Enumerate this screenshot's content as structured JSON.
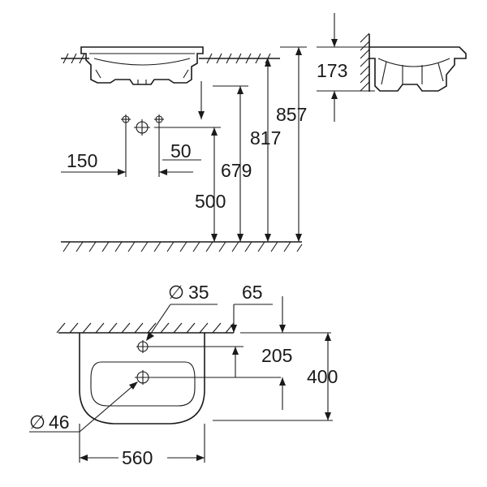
{
  "side_view": {
    "dims": {
      "d150": "150",
      "d50": "50",
      "d679": "679",
      "d500": "500",
      "d817": "817",
      "d857": "857",
      "d173": "173"
    }
  },
  "top_view": {
    "dims": {
      "d35": "35",
      "d65": "65",
      "d205": "205",
      "d400": "400",
      "d46": "46",
      "d560": "560"
    },
    "diameter_symbol": "∅"
  }
}
